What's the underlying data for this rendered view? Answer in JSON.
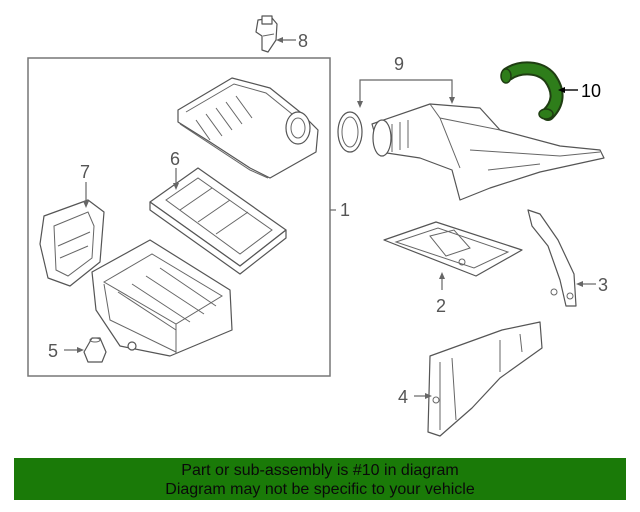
{
  "diagram": {
    "callouts": {
      "c1": "1",
      "c2": "2",
      "c3": "3",
      "c4": "4",
      "c5": "5",
      "c6": "6",
      "c7": "7",
      "c8": "8",
      "c9": "9",
      "c10": "10"
    },
    "highlight_part": "10",
    "colors": {
      "highlight_part": "#2e7d1a",
      "banner_bg": "#1a7a08",
      "line_art": "#555555"
    }
  },
  "banner": {
    "line1": "Part or sub-assembly is #10 in diagram",
    "line2": "Diagram may not be specific to your vehicle"
  }
}
